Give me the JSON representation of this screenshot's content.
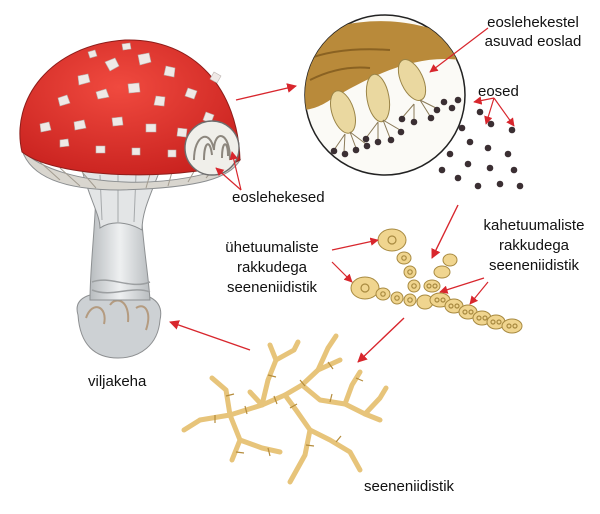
{
  "labels": {
    "gills": "eoslehekesed",
    "spores_on_gills_1": "eoslehekestel",
    "spores_on_gills_2": "asuvad eoslad",
    "spores": "eosed",
    "mono_1": "ühetuumaliste",
    "mono_2": "rakkudega",
    "mono_3": "seeneniidistik",
    "bi_1": "kahetuumaliste",
    "bi_2": "rakkudega",
    "bi_3": "seeneniidistik",
    "fruiting_body": "viljakeha",
    "mycelium": "seeneniidistik"
  },
  "colors": {
    "cap_red": "#e6302b",
    "cap_spots": "#f1ecea",
    "stem": "#dcdedf",
    "gill_tan": "#b98a3a",
    "hypha": "#e7c47a",
    "spore_dark": "#3b2f33",
    "arrow": "#d8262d"
  }
}
